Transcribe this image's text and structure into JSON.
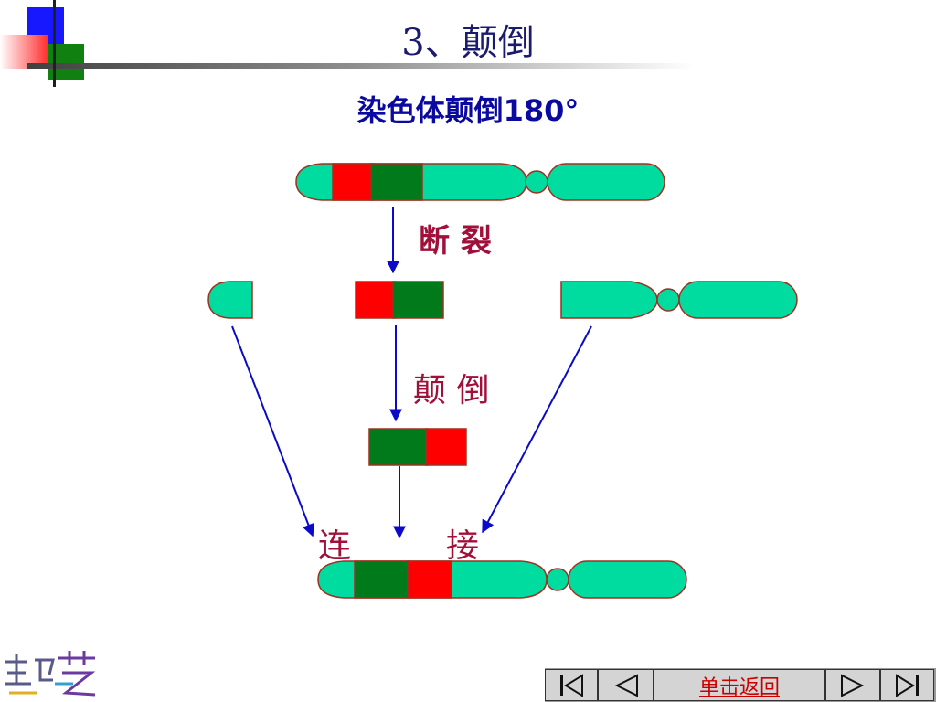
{
  "slide": {
    "title": "3、颠倒",
    "subtitle": "染色体颠倒180°"
  },
  "labels": {
    "break": "断 裂",
    "invert": "颠 倒",
    "join_left": "连",
    "join_right": "接"
  },
  "colors": {
    "chromosome": "#00dca0",
    "segment_red": "#ff0000",
    "segment_green": "#007a1a",
    "outline": "#a03020",
    "arrow": "#0a0ac8",
    "label": "#a0103a"
  },
  "navbar": {
    "first_icon": "skip-first-icon",
    "prev_icon": "previous-icon",
    "back_label": "单击返回",
    "next_icon": "next-icon",
    "last_icon": "skip-last-icon"
  }
}
